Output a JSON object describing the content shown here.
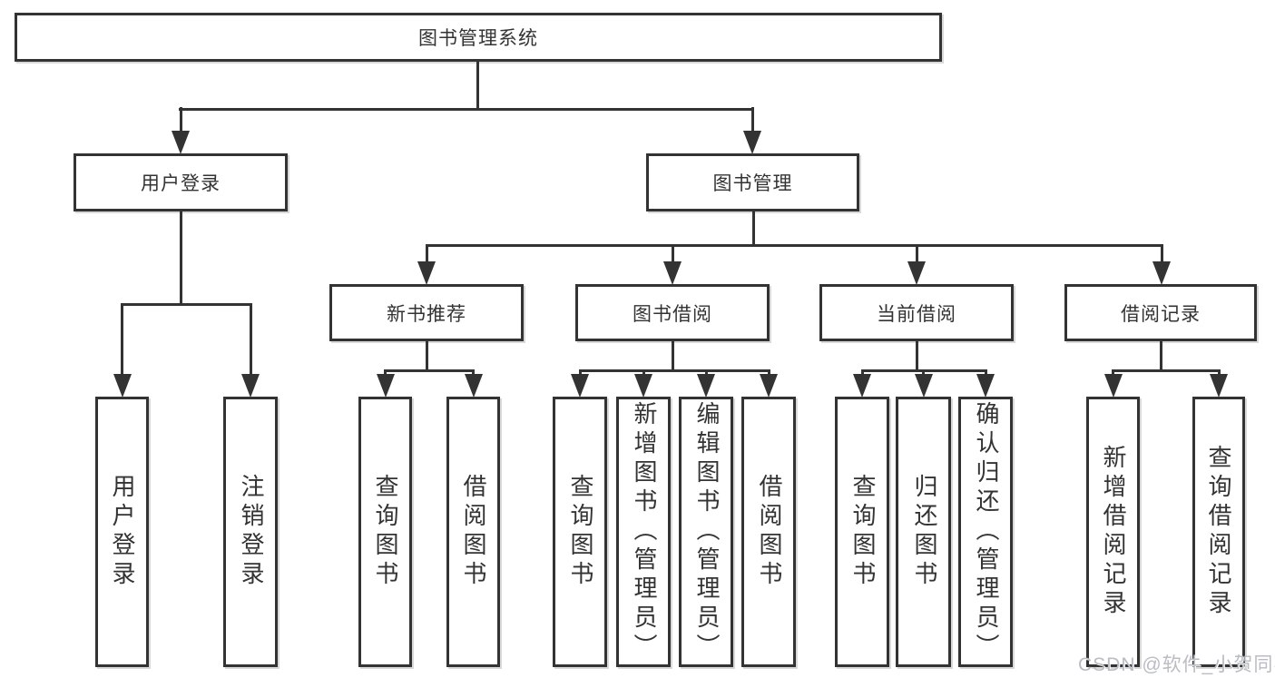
{
  "title": "图书管理系统",
  "colors": {
    "line": "#333333",
    "text": "#333333",
    "background": "#ffffff",
    "watermark": "#b9bdc3"
  },
  "nodes": {
    "root": "图书管理系统",
    "user_login": "用户登录",
    "book_management": "图书管理",
    "new_book_recommend": "新书推荐",
    "book_borrowing": "图书借阅",
    "current_borrowing": "当前借阅",
    "borrowing_records": "借阅记录",
    "leaf_user_login": "用户登录",
    "leaf_logout": "注销登录",
    "leaf_query_books_a": "查询图书",
    "leaf_borrow_books_a": "借阅图书",
    "leaf_query_books_b": "查询图书",
    "leaf_add_book_admin": "新增图书（管理员）",
    "leaf_edit_book_admin": "编辑图书（管理员）",
    "leaf_borrow_books_b": "借阅图书",
    "leaf_query_books_c": "查询图书",
    "leaf_return_books": "归还图书",
    "leaf_confirm_return_admin": "确认归还（管理员）",
    "leaf_add_borrow_record": "新增借阅记录",
    "leaf_query_borrow_record": "查询借阅记录"
  },
  "hierarchy": {
    "图书管理系统": {
      "用户登录": [
        "用户登录",
        "注销登录"
      ],
      "图书管理": {
        "新书推荐": [
          "查询图书",
          "借阅图书"
        ],
        "图书借阅": [
          "查询图书",
          "新增图书（管理员）",
          "编辑图书（管理员）",
          "借阅图书"
        ],
        "当前借阅": [
          "查询图书",
          "归还图书",
          "确认归还（管理员）"
        ],
        "借阅记录": [
          "新增借阅记录",
          "查询借阅记录"
        ]
      }
    }
  },
  "watermark": "CSDN @软件_小贺同学"
}
